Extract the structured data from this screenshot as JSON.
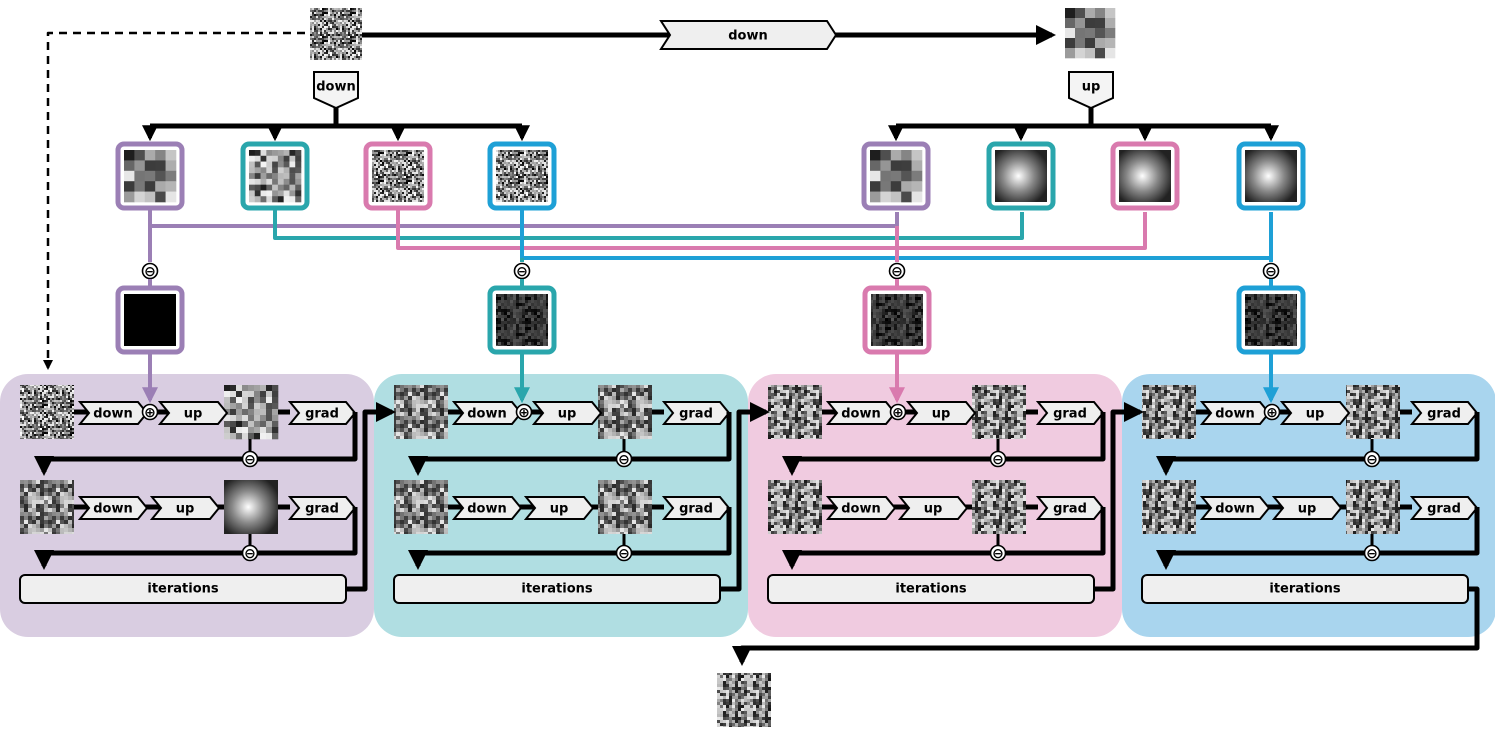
{
  "labels": {
    "down": "down",
    "up": "up",
    "grad": "grad",
    "iterations": "iterations",
    "plus": "⊕",
    "minus": "⊖"
  },
  "colors": {
    "purple": "#9b7fb5",
    "teal": "#2aa6ac",
    "pink": "#d97aae",
    "blue": "#1ea0d6",
    "panel_purple": "#d9cde1",
    "panel_teal": "#b0dee2",
    "panel_pink": "#f0cbe0",
    "panel_blue": "#a9d5ee",
    "tag_fill": "#efefef",
    "arrow": "#000000"
  },
  "stages": [
    {
      "id": "stage-1",
      "color": "purple"
    },
    {
      "id": "stage-2",
      "color": "teal"
    },
    {
      "id": "stage-3",
      "color": "pink"
    },
    {
      "id": "stage-4",
      "color": "blue"
    }
  ]
}
